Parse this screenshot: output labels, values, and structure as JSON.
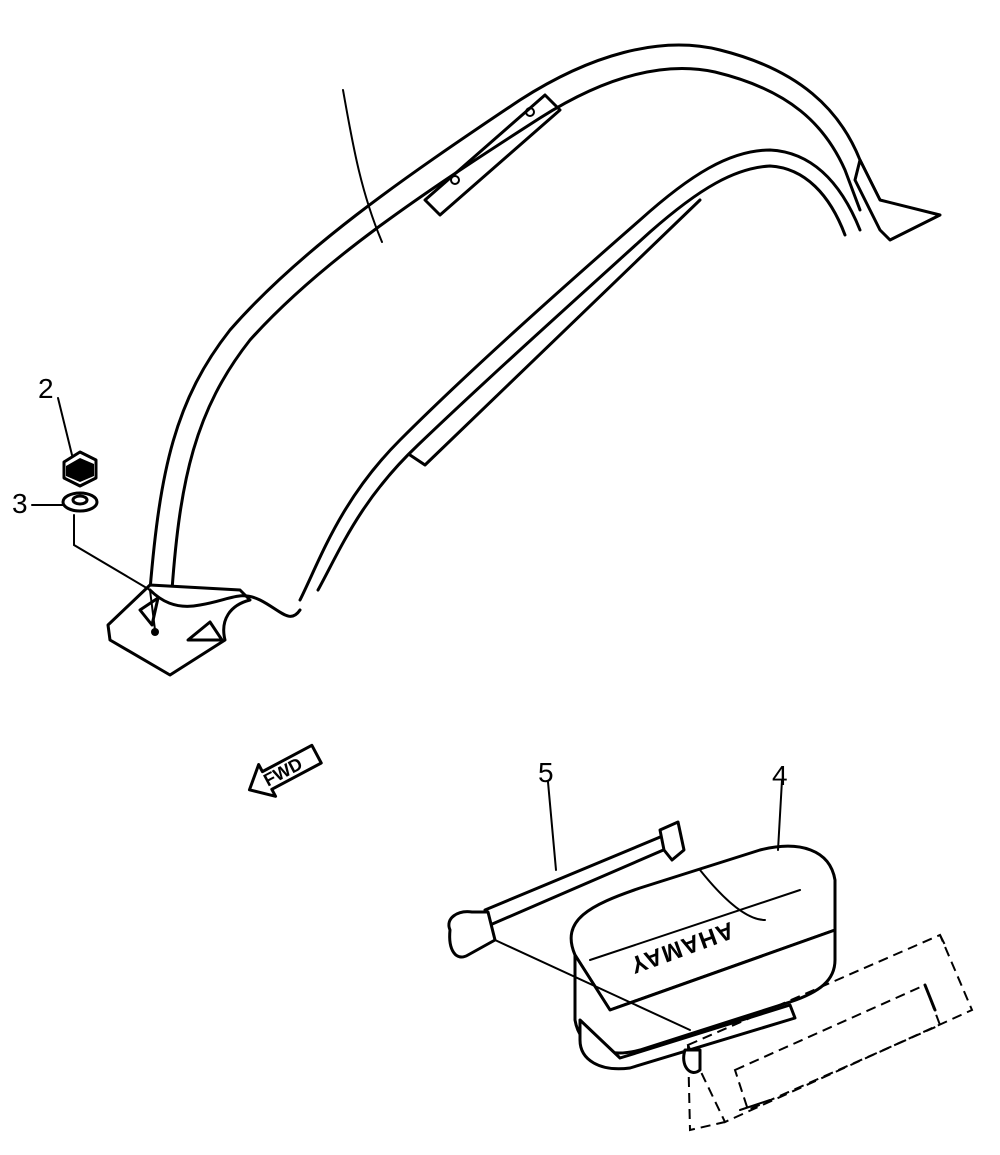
{
  "diagram": {
    "callouts": [
      {
        "id": "part-1",
        "label": ""
      },
      {
        "id": "part-2",
        "label": "2"
      },
      {
        "id": "part-3",
        "label": "3"
      },
      {
        "id": "part-4",
        "label": "4"
      },
      {
        "id": "part-5",
        "label": "5"
      }
    ],
    "direction_arrow": {
      "label": "FWD"
    },
    "emblem": {
      "label": "YAMAHA"
    }
  }
}
